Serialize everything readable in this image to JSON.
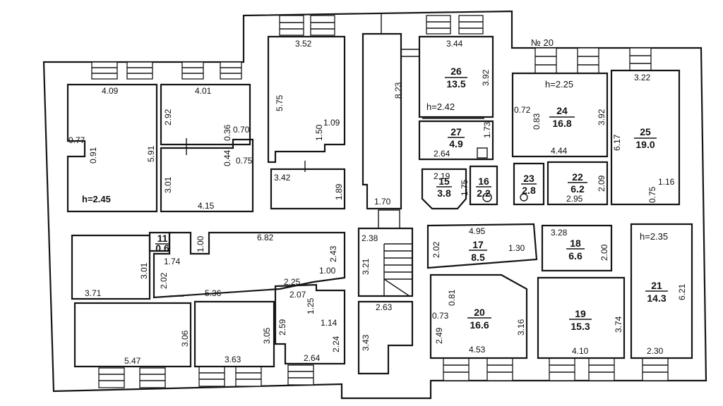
{
  "building_no": "№ 20",
  "rooms": [
    {
      "id": "r26",
      "number": "26",
      "area": "13.5"
    },
    {
      "id": "r27",
      "number": "27",
      "area": "4.9"
    },
    {
      "id": "r24",
      "number": "24",
      "area": "16.8"
    },
    {
      "id": "r25",
      "number": "25",
      "area": "19.0"
    },
    {
      "id": "r15",
      "number": "15",
      "area": "3.8"
    },
    {
      "id": "r16",
      "number": "16",
      "area": "2.2"
    },
    {
      "id": "r23",
      "number": "23",
      "area": "2.8"
    },
    {
      "id": "r22",
      "number": "22",
      "area": "6.2"
    },
    {
      "id": "r17",
      "number": "17",
      "area": "8.5"
    },
    {
      "id": "r18",
      "number": "18",
      "area": "6.6"
    },
    {
      "id": "r11",
      "number": "11",
      "area": "0.6"
    },
    {
      "id": "r20",
      "number": "20",
      "area": "16.6"
    },
    {
      "id": "r19",
      "number": "19",
      "area": "15.3"
    },
    {
      "id": "r21",
      "number": "21",
      "area": "14.3"
    }
  ],
  "heights": [
    "h=2.45",
    "h=2.42",
    "h=2.25",
    "h=2.35"
  ],
  "dimensions": [
    "4.09",
    "0.77",
    "0.91",
    "5.91",
    "4.01",
    "2.92",
    "0.36",
    "0.70",
    "0.44",
    "0.75",
    "3.01",
    "4.15",
    "3.52",
    "5.75",
    "1.09",
    "1.50",
    "3.42",
    "1.89",
    "8.23",
    "1.70",
    "3.44",
    "3.92",
    "1.73",
    "2.64",
    "0.72",
    "0.83",
    "3.92",
    "4.44",
    "3.22",
    "6.17",
    "1.16",
    "0.75",
    "2.19",
    "1.75",
    "2.09",
    "2.95",
    "4.95",
    "2.02",
    "1.30",
    "3.28",
    "2.00",
    "6.21",
    "1.00",
    "6.82",
    "2.43",
    "1.00",
    "3.01",
    "1.74",
    "2.02",
    "3.71",
    "2.25",
    "2.07",
    "1.25",
    "5.36",
    "3.06",
    "3.05",
    "2.59",
    "1.14",
    "2.24",
    "5.47",
    "3.63",
    "2.64",
    "2.38",
    "3.21",
    "2.63",
    "3.43",
    "0.81",
    "0.73",
    "2.49",
    "3.16",
    "4.53",
    "3.74",
    "4.10",
    "2.30"
  ]
}
